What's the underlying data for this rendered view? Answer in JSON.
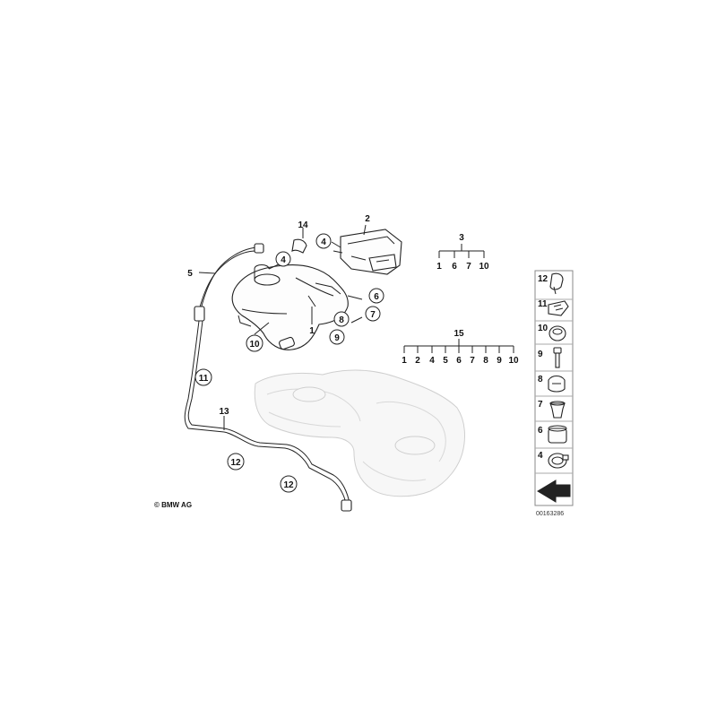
{
  "callouts": {
    "c1": "1",
    "c2": "2",
    "c3": "3",
    "c4a": "4",
    "c4b": "4",
    "c5": "5",
    "c6": "6",
    "c7": "7",
    "c8": "8",
    "c9": "9",
    "c10": "10",
    "c11": "11",
    "c12a": "12",
    "c12b": "12",
    "c13": "13",
    "c14": "14",
    "c15": "15"
  },
  "set3": {
    "label": "3",
    "items": [
      "1",
      "6",
      "7",
      "10"
    ]
  },
  "set15": {
    "label": "15",
    "items": [
      "1",
      "2",
      "4",
      "5",
      "6",
      "7",
      "8",
      "9",
      "10"
    ]
  },
  "legend": {
    "items": [
      "12",
      "11",
      "10",
      "9",
      "8",
      "7",
      "6",
      "4"
    ]
  },
  "copyright": "© BMW AG",
  "image_number": "00163286"
}
